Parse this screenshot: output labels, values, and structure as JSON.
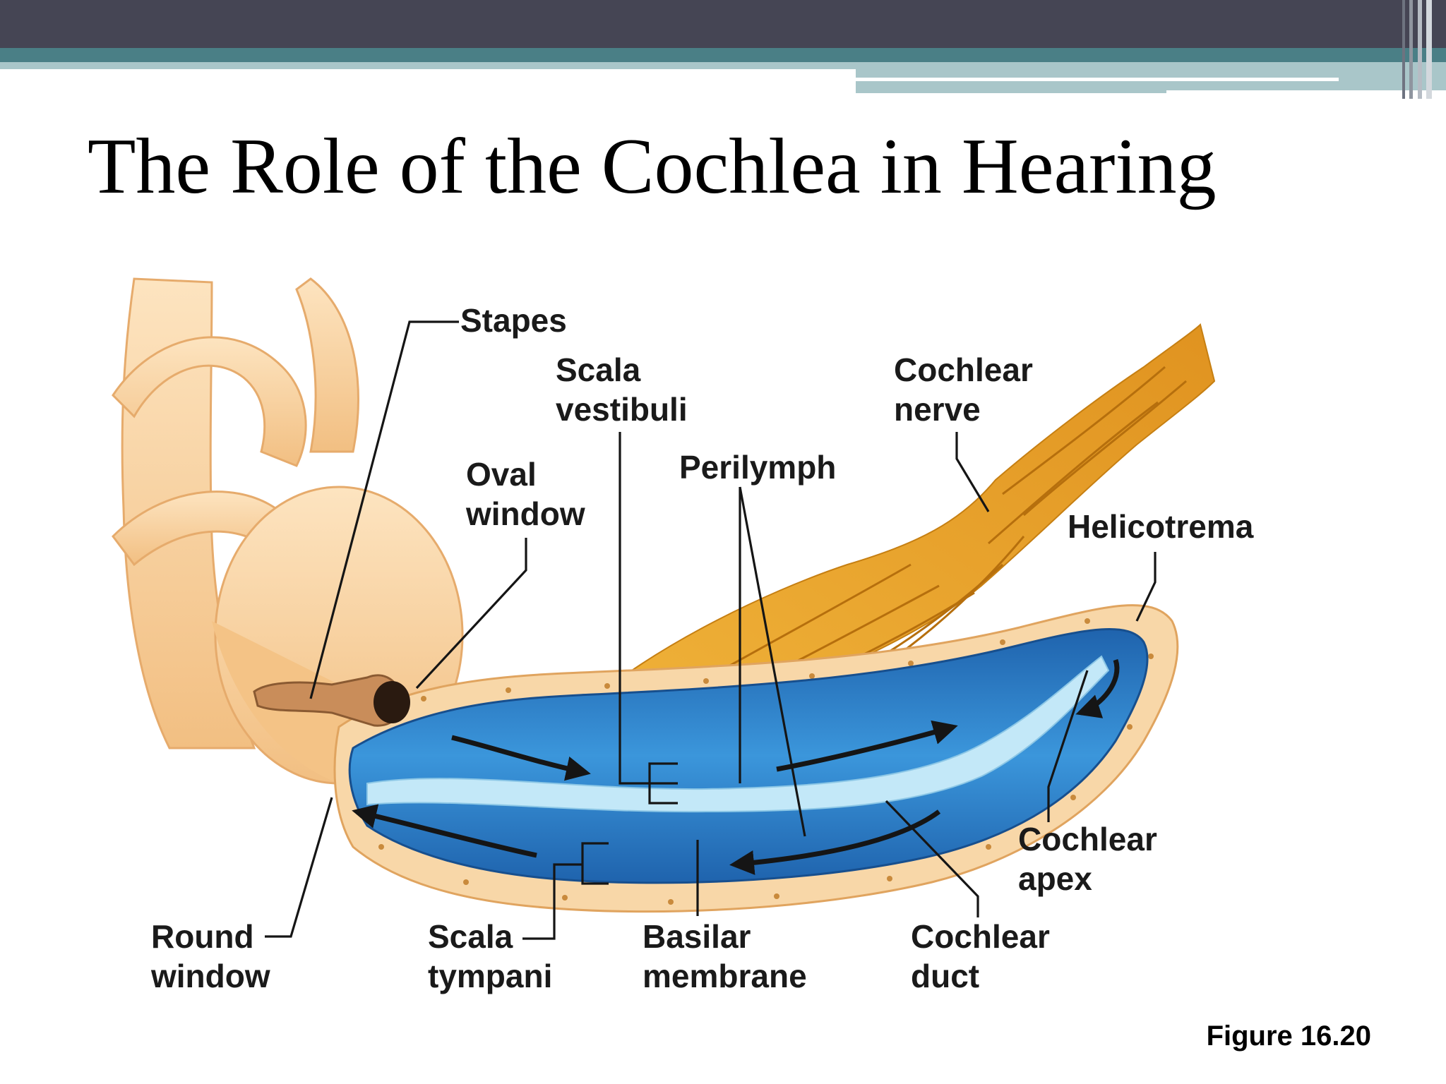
{
  "slide": {
    "title": "The Role of the Cochlea in Hearing",
    "figure_number": "Figure 16.20"
  },
  "colors": {
    "header_dark": "#454554",
    "header_teal": "#4a7f86",
    "header_light": "#a9c6c9",
    "bone": "#f7cf9c",
    "nerve": "#e9a426",
    "fluid_blue": "#2d7fc9",
    "duct_light": "#bfe6f8"
  },
  "labels": {
    "stapes": "Stapes",
    "scala_vestibuli": [
      "Scala",
      "vestibuli"
    ],
    "cochlear_nerve": [
      "Cochlear",
      "nerve"
    ],
    "oval_window": [
      "Oval",
      "window"
    ],
    "perilymph": "Perilymph",
    "helicotrema": "Helicotrema",
    "cochlear_apex": [
      "Cochlear",
      "apex"
    ],
    "round_window": [
      "Round",
      "window"
    ],
    "scala_tympani": [
      "Scala",
      "tympani"
    ],
    "basilar_membrane": [
      "Basilar",
      "membrane"
    ],
    "cochlear_duct": [
      "Cochlear",
      "duct"
    ]
  }
}
